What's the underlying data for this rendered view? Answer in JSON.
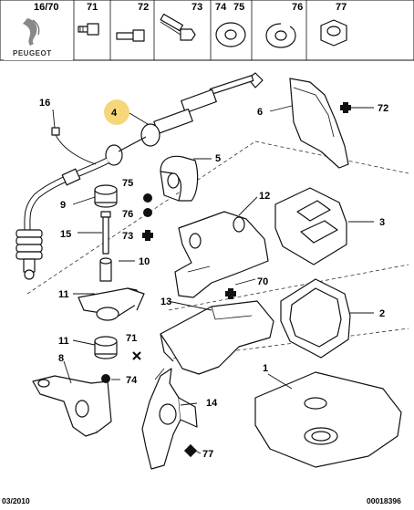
{
  "brand": {
    "name": "PEUGEOT"
  },
  "header": {
    "numbers": [
      "16/70",
      "71",
      "72",
      "73",
      "74",
      "75",
      "76",
      "77"
    ]
  },
  "callouts": {
    "n1": "1",
    "n2": "2",
    "n3": "3",
    "n4": "4",
    "n5": "5",
    "n6": "6",
    "n8": "8",
    "n9": "9",
    "n10": "10",
    "n11a": "11",
    "n11b": "11",
    "n12": "12",
    "n13": "13",
    "n14": "14",
    "n15": "15",
    "n16": "16",
    "n70": "70",
    "n71": "71",
    "n72": "72",
    "n73": "73",
    "n74": "74",
    "n75": "75",
    "n76": "76",
    "n77": "77"
  },
  "footer": {
    "date": "03/2010",
    "ref": "00018396"
  },
  "colors": {
    "highlight": "#f5d77a",
    "ink": "#111111"
  }
}
